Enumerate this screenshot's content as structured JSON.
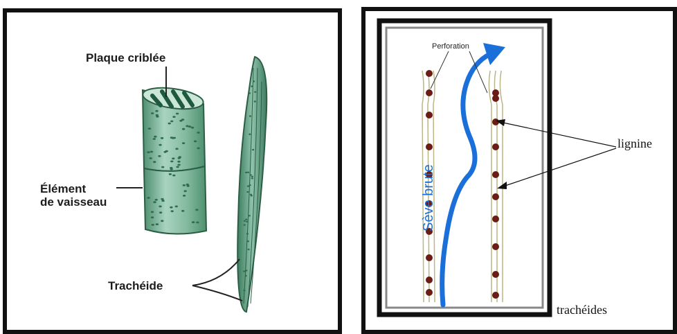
{
  "left_panel": {
    "plaque_label": "Plaque criblée",
    "element_label_line1": "Élément",
    "element_label_line2": "de vaisseau",
    "tracheide_label": "Trachéide"
  },
  "right_panel": {
    "perforation_label": "Perforation",
    "seve_label": "Sève brute",
    "lignine_label": "lignine",
    "tracheides_label": "trachéides"
  },
  "colors": {
    "vessel_green": "#8cc1a8",
    "vessel_dark": "#2e6a4d",
    "flow_blue": "#1a6fd8",
    "pit_brown": "#6b1c14",
    "wall_color": "#d8d4a6"
  }
}
